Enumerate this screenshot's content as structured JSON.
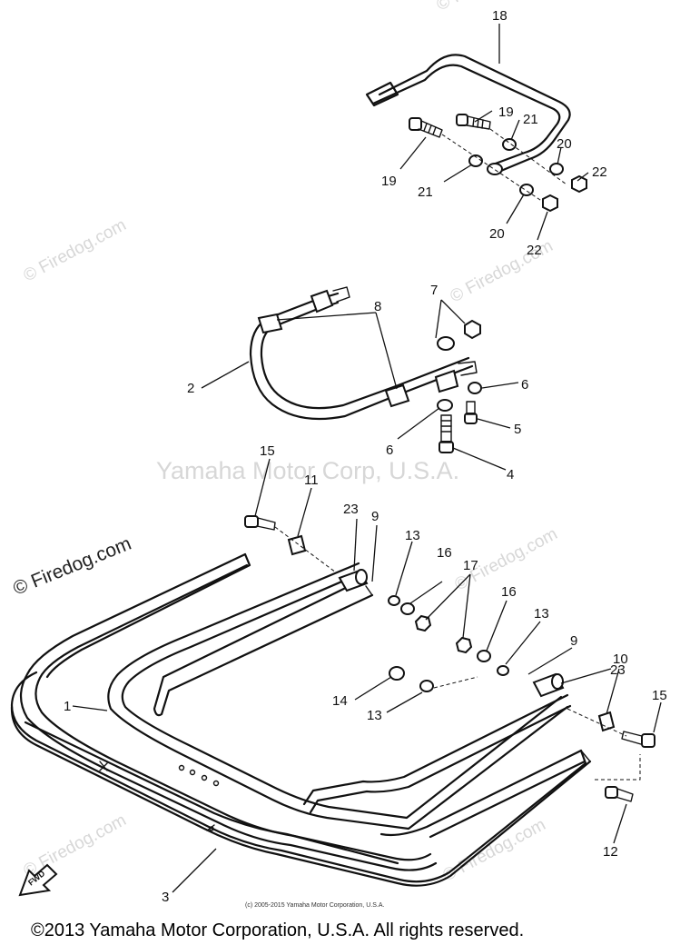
{
  "watermarks": {
    "center": "Yamaha Motor Corp, U.S.A.",
    "firedog": "© Firedog.com"
  },
  "fwd_label": "FWD",
  "callouts": [
    {
      "id": "c1",
      "text": "1"
    },
    {
      "id": "c2",
      "text": "2"
    },
    {
      "id": "c3",
      "text": "3"
    },
    {
      "id": "c4",
      "text": "4"
    },
    {
      "id": "c5",
      "text": "5"
    },
    {
      "id": "c6a",
      "text": "6"
    },
    {
      "id": "c6b",
      "text": "6"
    },
    {
      "id": "c7",
      "text": "7"
    },
    {
      "id": "c8",
      "text": "8"
    },
    {
      "id": "c9a",
      "text": "9"
    },
    {
      "id": "c9b",
      "text": "9"
    },
    {
      "id": "c10",
      "text": "10"
    },
    {
      "id": "c11",
      "text": "11"
    },
    {
      "id": "c12",
      "text": "12"
    },
    {
      "id": "c13a",
      "text": "13"
    },
    {
      "id": "c13b",
      "text": "13"
    },
    {
      "id": "c13c",
      "text": "13"
    },
    {
      "id": "c14",
      "text": "14"
    },
    {
      "id": "c15a",
      "text": "15"
    },
    {
      "id": "c15b",
      "text": "15"
    },
    {
      "id": "c16a",
      "text": "16"
    },
    {
      "id": "c16b",
      "text": "16"
    },
    {
      "id": "c17",
      "text": "17"
    },
    {
      "id": "c18",
      "text": "18"
    },
    {
      "id": "c19a",
      "text": "19"
    },
    {
      "id": "c19b",
      "text": "19"
    },
    {
      "id": "c20a",
      "text": "20"
    },
    {
      "id": "c20b",
      "text": "20"
    },
    {
      "id": "c21a",
      "text": "21"
    },
    {
      "id": "c21b",
      "text": "21"
    },
    {
      "id": "c22a",
      "text": "22"
    },
    {
      "id": "c22b",
      "text": "22"
    },
    {
      "id": "c23a",
      "text": "23"
    },
    {
      "id": "c23b",
      "text": "23"
    }
  ],
  "small_copyright": "(c) 2005-2015 Yamaha Motor Corporation, U.S.A.",
  "copyright": "©2013 Yamaha Motor Corporation, U.S.A. All rights reserved."
}
